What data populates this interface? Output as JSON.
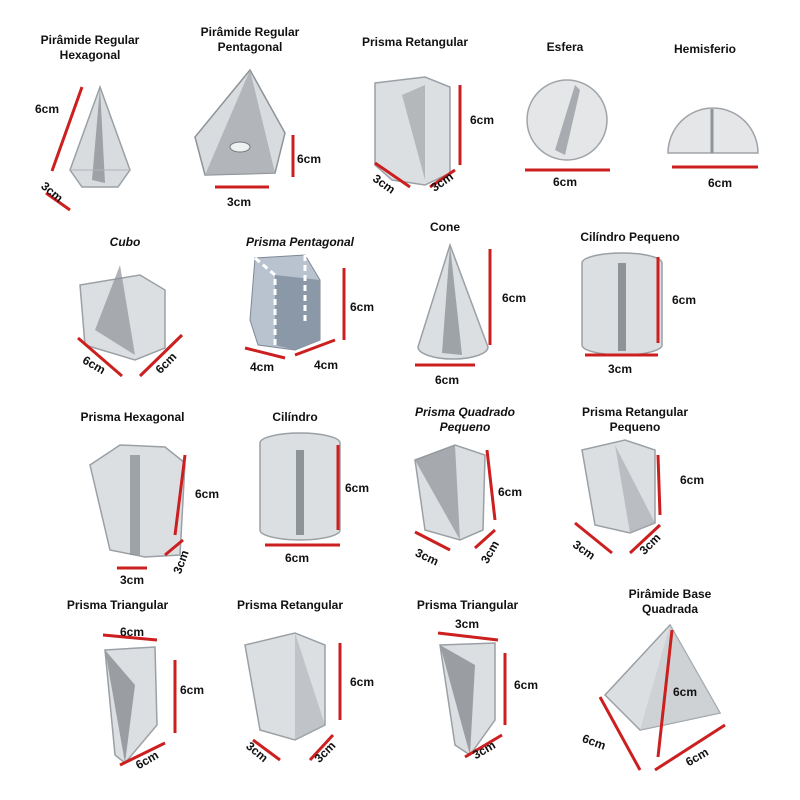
{
  "accent_color": "#cc1f1f",
  "shapes": [
    {
      "title": [
        "Pirâmide Regular",
        "Hexagonal"
      ],
      "italic": false,
      "icon": "hexagonal-pyramid-icon",
      "measures": [
        "6cm",
        "3cm"
      ]
    },
    {
      "title": [
        "Pirâmide Regular",
        "Pentagonal"
      ],
      "italic": false,
      "icon": "pentagonal-pyramid-icon",
      "measures": [
        "6cm",
        "3cm"
      ]
    },
    {
      "title": [
        "Prisma Retangular"
      ],
      "italic": false,
      "icon": "rectangular-prism-icon",
      "measures": [
        "6cm",
        "3cm",
        "3cm"
      ]
    },
    {
      "title": [
        "Esfera"
      ],
      "italic": false,
      "icon": "sphere-icon",
      "measures": [
        "6cm"
      ]
    },
    {
      "title": [
        "Hemisferio"
      ],
      "italic": false,
      "icon": "hemisphere-icon",
      "measures": [
        "6cm"
      ]
    },
    {
      "title": [
        "Cubo"
      ],
      "italic": true,
      "icon": "cube-icon",
      "measures": [
        "6cm",
        "6cm"
      ]
    },
    {
      "title": [
        "Prisma Pentagonal"
      ],
      "italic": true,
      "icon": "pentagonal-prism-icon",
      "measures": [
        "6cm",
        "4cm",
        "4cm"
      ]
    },
    {
      "title": [
        "Cone"
      ],
      "italic": false,
      "icon": "cone-icon",
      "measures": [
        "6cm",
        "6cm"
      ]
    },
    {
      "title": [
        "Cilíndro Pequeno"
      ],
      "italic": false,
      "icon": "small-cylinder-icon",
      "measures": [
        "6cm",
        "3cm"
      ]
    },
    {
      "title": [
        "Prisma Hexagonal"
      ],
      "italic": false,
      "icon": "hexagonal-prism-icon",
      "measures": [
        "6cm",
        "3cm",
        "3cm"
      ]
    },
    {
      "title": [
        "Cilíndro"
      ],
      "italic": false,
      "icon": "cylinder-icon",
      "measures": [
        "6cm",
        "6cm"
      ]
    },
    {
      "title": [
        "Prisma Quadrado",
        "Pequeno"
      ],
      "italic": true,
      "icon": "small-square-prism-icon",
      "measures": [
        "6cm",
        "3cm",
        "3cm"
      ]
    },
    {
      "title": [
        "Prisma Retangular",
        "Pequeno"
      ],
      "italic": false,
      "icon": "small-rectangular-prism-icon",
      "measures": [
        "6cm",
        "3cm",
        "3cm"
      ]
    },
    {
      "title": [
        "Prisma Triangular"
      ],
      "italic": false,
      "icon": "triangular-prism-icon",
      "measures": [
        "6cm",
        "6cm",
        "6cm"
      ]
    },
    {
      "title": [
        "Prisma Retangular"
      ],
      "italic": false,
      "icon": "rectangular-prism-icon",
      "measures": [
        "6cm",
        "3cm",
        "3cm"
      ]
    },
    {
      "title": [
        "Prisma Triangular"
      ],
      "italic": false,
      "icon": "triangular-prism-icon",
      "measures": [
        "3cm",
        "6cm",
        "3cm"
      ]
    },
    {
      "title": [
        "Pirâmide Base",
        "Quadrada"
      ],
      "italic": false,
      "icon": "square-pyramid-icon",
      "measures": [
        "6cm",
        "6cm",
        "6cm"
      ]
    }
  ]
}
